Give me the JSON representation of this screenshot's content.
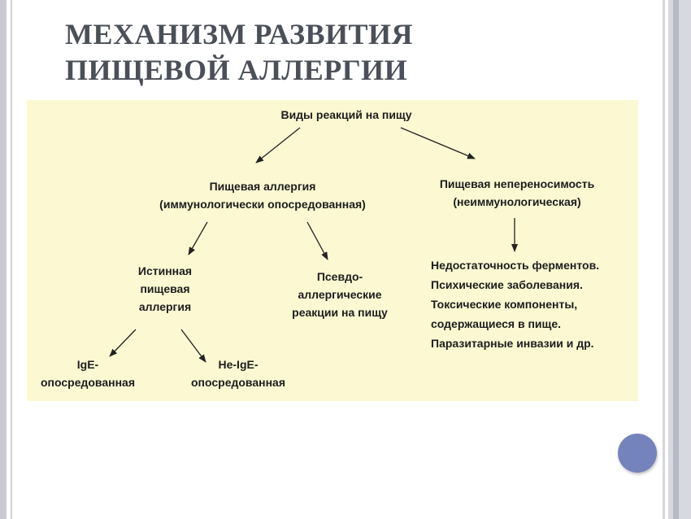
{
  "slide": {
    "title": "МЕХАНИЗМ РАЗВИТИЯ\nПИЩЕВОЙ АЛЛЕРГИИ"
  },
  "diagram": {
    "root": "Виды реакций на пищу",
    "food_allergy": "Пищевая аллергия\n(иммунологически опосредованная)",
    "food_intolerance": "Пищевая непереносимость\n(неиммунологическая)",
    "true_allergy": "Истинная\nпищевая\nаллергия",
    "pseudo_allergy": "Псевдо-\nаллергические\nреакции на пищу",
    "ige_mediated": "IgE-\nопосредованная",
    "non_ige_mediated": "Не-IgE-\nопосредованная",
    "intolerance_causes": "Недостаточность ферментов.\nПсихические заболевания.\nТоксические компоненты,\nсодержащиеся в пище.\nПаразитарные инвазии и др."
  },
  "colors": {
    "panel": "#fcf8d2",
    "title": "#4b4f58",
    "accent": "#7583bd"
  }
}
